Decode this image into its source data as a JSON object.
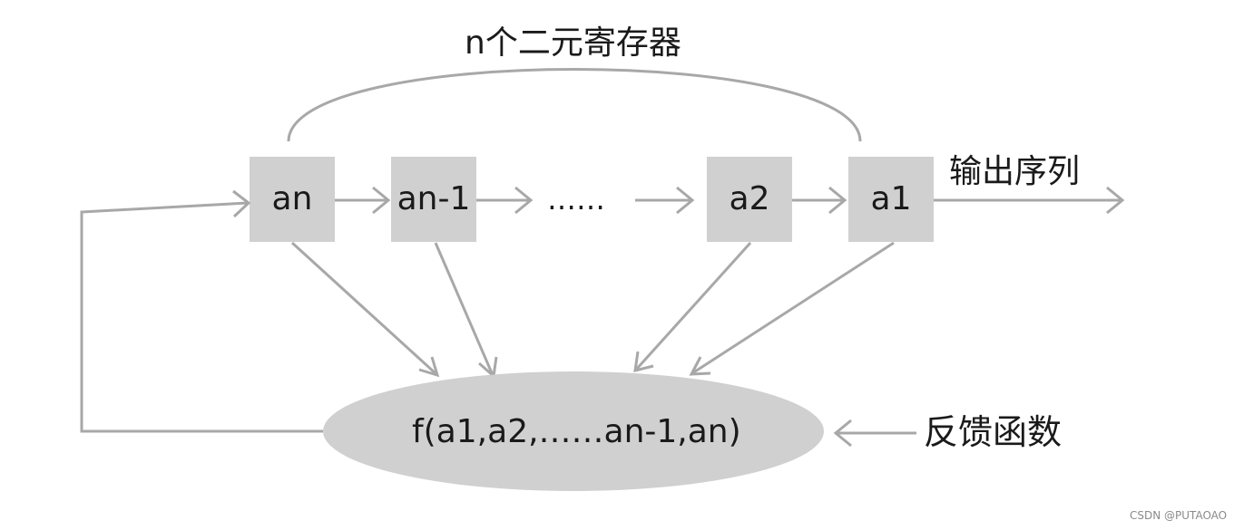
{
  "title": "n个二元寄存器",
  "registers": [
    {
      "label": "an"
    },
    {
      "label": "an-1"
    },
    {
      "label": "a2"
    },
    {
      "label": "a1"
    }
  ],
  "ellipsis": "……",
  "output_label": "输出序列",
  "function_label": "f(a1,a2,……an-1,an)",
  "feedback_label": "反馈函数",
  "watermark": "CSDN @PUTAOAO",
  "colors": {
    "box_fill": "#d0d0d0",
    "ellipse_fill": "#d0d0d0",
    "line": "#a8a8a8",
    "text": "#1a1a1a"
  }
}
